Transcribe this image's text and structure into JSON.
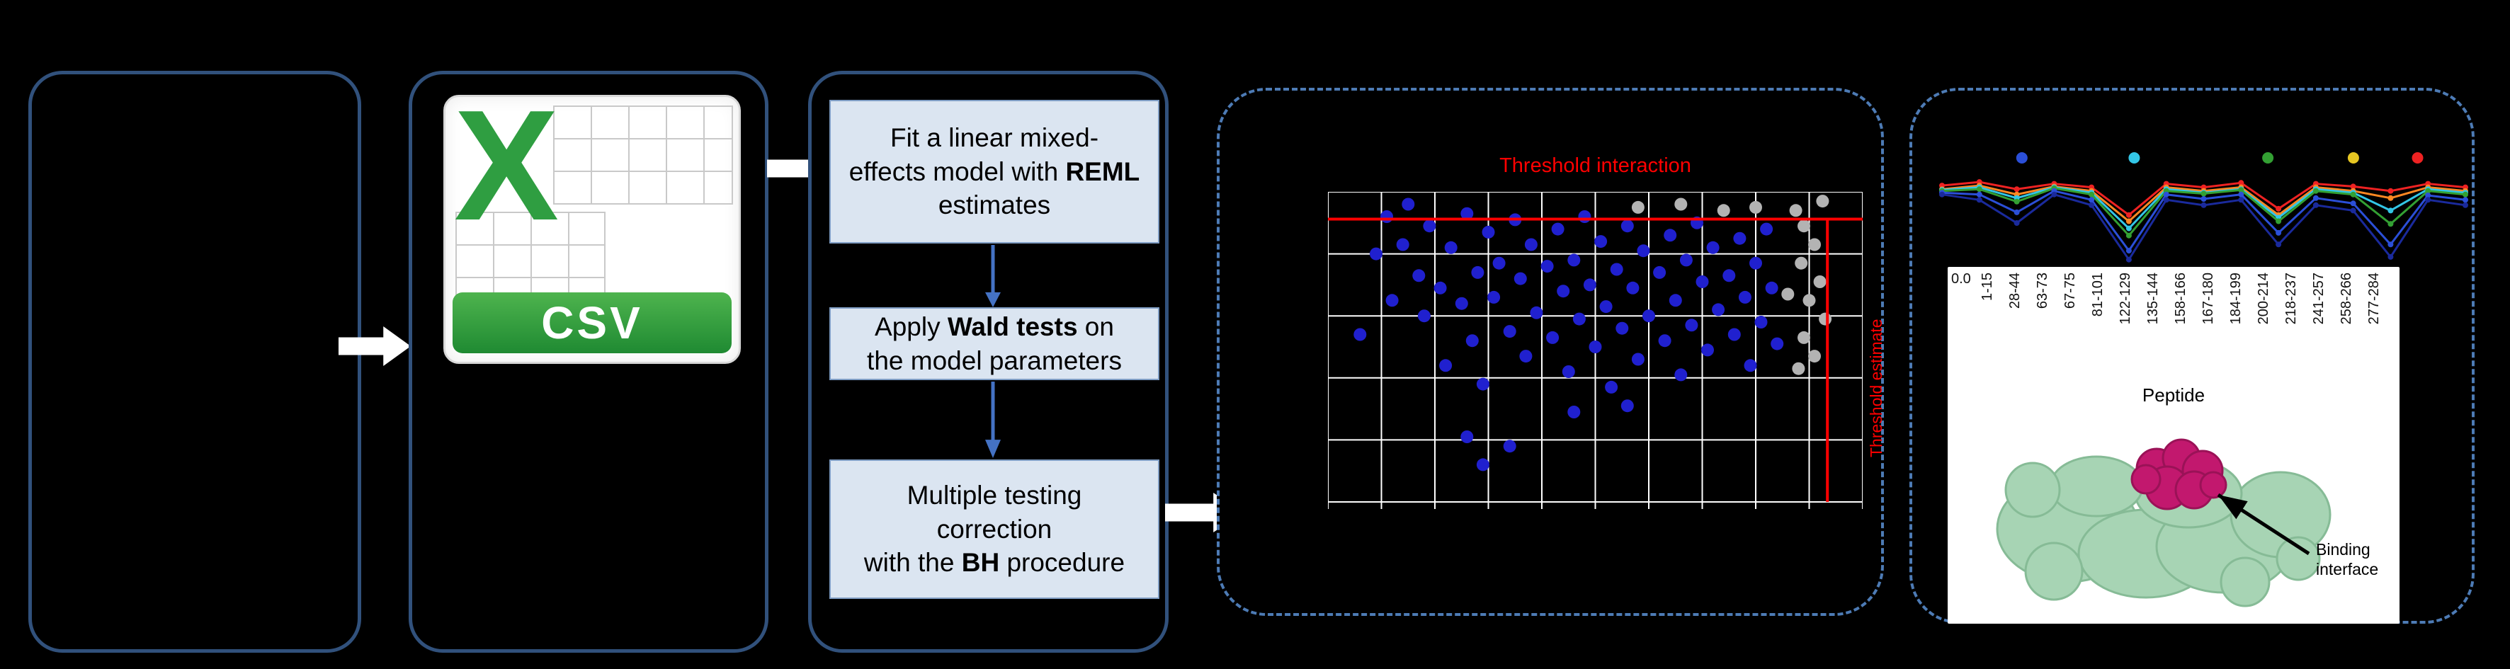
{
  "flow": {
    "csv_icon": {
      "letter": "X",
      "label": "CSV"
    },
    "steps": [
      {
        "pre": "Fit a linear mixed-\neffects model with ",
        "bold": "REML",
        "post": " estimates"
      },
      {
        "pre": "Apply ",
        "bold": "Wald tests",
        "post": " on\nthe model parameters"
      },
      {
        "pre": "Multiple testing\ncorrection\nwith the ",
        "bold": "BH",
        "post": " procedure"
      }
    ]
  },
  "results": {
    "binding_line1": "Binding",
    "binding_line2": "interface"
  },
  "chart_data": [
    {
      "type": "scatter",
      "title": "Threshold interaction",
      "vline_label": "Threshold estimate",
      "threshold_color": "#ff0000",
      "background": "#000000",
      "grid": true,
      "units": "percent-of-plot-area (x left to right, y top to bottom)",
      "hline_y": 8.8,
      "vline_x": 93.4,
      "series": [
        {
          "name": "significant-peptides",
          "color": "#2020cf",
          "points": [
            [
              6,
              46
            ],
            [
              9,
              20
            ],
            [
              11,
              8
            ],
            [
              12,
              35
            ],
            [
              14,
              17
            ],
            [
              15,
              4
            ],
            [
              17,
              27
            ],
            [
              18,
              40
            ],
            [
              19,
              11
            ],
            [
              21,
              31
            ],
            [
              22,
              56
            ],
            [
              23,
              18
            ],
            [
              25,
              36
            ],
            [
              26,
              7
            ],
            [
              27,
              48
            ],
            [
              28,
              26
            ],
            [
              29,
              62
            ],
            [
              30,
              13
            ],
            [
              31,
              34
            ],
            [
              32,
              23
            ],
            [
              34,
              45
            ],
            [
              35,
              9
            ],
            [
              36,
              28
            ],
            [
              37,
              53
            ],
            [
              38,
              17
            ],
            [
              39,
              39
            ],
            [
              41,
              24
            ],
            [
              42,
              47
            ],
            [
              43,
              12
            ],
            [
              44,
              32
            ],
            [
              45,
              58
            ],
            [
              46,
              22
            ],
            [
              47,
              41
            ],
            [
              48,
              8
            ],
            [
              49,
              30
            ],
            [
              50,
              50
            ],
            [
              51,
              16
            ],
            [
              52,
              37
            ],
            [
              53,
              63
            ],
            [
              54,
              25
            ],
            [
              55,
              44
            ],
            [
              56,
              11
            ],
            [
              57,
              31
            ],
            [
              58,
              54
            ],
            [
              59,
              19
            ],
            [
              60,
              40
            ],
            [
              62,
              26
            ],
            [
              63,
              48
            ],
            [
              64,
              14
            ],
            [
              65,
              35
            ],
            [
              66,
              59
            ],
            [
              67,
              22
            ],
            [
              68,
              43
            ],
            [
              69,
              10
            ],
            [
              70,
              29
            ],
            [
              71,
              51
            ],
            [
              72,
              18
            ],
            [
              73,
              38
            ],
            [
              75,
              27
            ],
            [
              76,
              46
            ],
            [
              77,
              15
            ],
            [
              78,
              34
            ],
            [
              79,
              56
            ],
            [
              80,
              23
            ],
            [
              81,
              42
            ],
            [
              82,
              12
            ],
            [
              83,
              31
            ],
            [
              84,
              49
            ],
            [
              26,
              79
            ],
            [
              29,
              88
            ],
            [
              34,
              82
            ],
            [
              56,
              69
            ],
            [
              46,
              71
            ]
          ]
        },
        {
          "name": "non-significant-peptides",
          "color": "#b3b3b3",
          "points": [
            [
              87.5,
              6
            ],
            [
              89,
              11
            ],
            [
              91,
              17
            ],
            [
              88.5,
              23
            ],
            [
              92,
              29
            ],
            [
              90,
              35
            ],
            [
              93,
              41
            ],
            [
              89,
              47
            ],
            [
              91,
              53
            ],
            [
              92.5,
              3
            ],
            [
              88,
              57
            ],
            [
              86,
              33
            ],
            [
              58,
              5
            ],
            [
              66,
              4
            ],
            [
              74,
              6
            ],
            [
              80,
              5
            ]
          ]
        }
      ]
    },
    {
      "type": "line",
      "categories": [
        "1-15",
        "28-44",
        "63-73",
        "67-75",
        "81-101",
        "122-129",
        "135-144",
        "158-166",
        "167-180",
        "184-199",
        "200-214",
        "218-237",
        "241-257",
        "258-266",
        "277-284"
      ],
      "xlabel": "Peptide",
      "ytick_label": "0.0",
      "legend_markers": [
        {
          "color": "#2b4fd8",
          "x": 0.16
        },
        {
          "color": "#33c6e6",
          "x": 0.37
        },
        {
          "color": "#33a033",
          "x": 0.62
        },
        {
          "color": "#e6c622",
          "x": 0.78
        },
        {
          "color": "#ee2222",
          "x": 0.9
        }
      ],
      "series": [
        {
          "name": "series-red",
          "color": "#ee2222",
          "values": [
            0.88,
            0.92,
            0.84,
            0.9,
            0.86,
            0.55,
            0.9,
            0.86,
            0.91,
            0.62,
            0.9,
            0.87,
            0.82,
            0.9,
            0.86
          ]
        },
        {
          "name": "series-orange",
          "color": "#ff8822",
          "values": [
            0.84,
            0.88,
            0.78,
            0.87,
            0.82,
            0.48,
            0.86,
            0.82,
            0.86,
            0.55,
            0.86,
            0.82,
            0.74,
            0.86,
            0.82
          ]
        },
        {
          "name": "series-cyan",
          "color": "#33c6e6",
          "values": [
            0.83,
            0.86,
            0.74,
            0.86,
            0.8,
            0.4,
            0.84,
            0.8,
            0.84,
            0.52,
            0.84,
            0.8,
            0.6,
            0.84,
            0.8
          ]
        },
        {
          "name": "series-green",
          "color": "#33a033",
          "values": [
            0.82,
            0.84,
            0.7,
            0.85,
            0.78,
            0.32,
            0.82,
            0.79,
            0.83,
            0.48,
            0.82,
            0.78,
            0.45,
            0.82,
            0.78
          ]
        },
        {
          "name": "series-blue",
          "color": "#2b4fd8",
          "values": [
            0.8,
            0.78,
            0.58,
            0.82,
            0.72,
            0.15,
            0.78,
            0.73,
            0.78,
            0.35,
            0.74,
            0.68,
            0.22,
            0.77,
            0.72
          ]
        },
        {
          "name": "series-navy",
          "color": "#1a2a9c",
          "values": [
            0.78,
            0.72,
            0.46,
            0.78,
            0.66,
            0.05,
            0.72,
            0.66,
            0.72,
            0.22,
            0.66,
            0.6,
            0.08,
            0.72,
            0.66
          ]
        }
      ]
    }
  ]
}
